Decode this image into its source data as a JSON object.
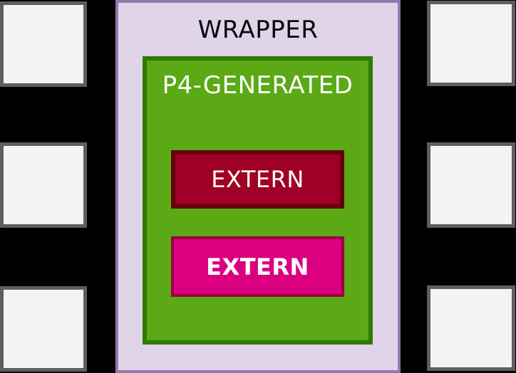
{
  "diagram": {
    "background_color": "#000000",
    "wrapper": {
      "label": "WRAPPER",
      "fill_color": "#e0d5e8",
      "border_color": "#9678b0",
      "label_color": "#000000"
    },
    "p4_generated": {
      "label": "P4-GENERATED",
      "fill_color": "#5ba915",
      "border_color": "#2e7a04",
      "label_color": "#ffffff"
    },
    "externs": [
      {
        "label": "EXTERN",
        "fill_color": "#a00026",
        "border_color": "#640008",
        "label_color": "#ffffff",
        "bold": false
      },
      {
        "label": "EXTERN",
        "fill_color": "#db0080",
        "border_color": "#9b0141",
        "label_color": "#ffffff",
        "bold": true
      }
    ],
    "ports": {
      "left_count": 3,
      "right_count": 3,
      "fill_color": "#f3f3f3",
      "border_color": "#5e5e5e"
    }
  }
}
